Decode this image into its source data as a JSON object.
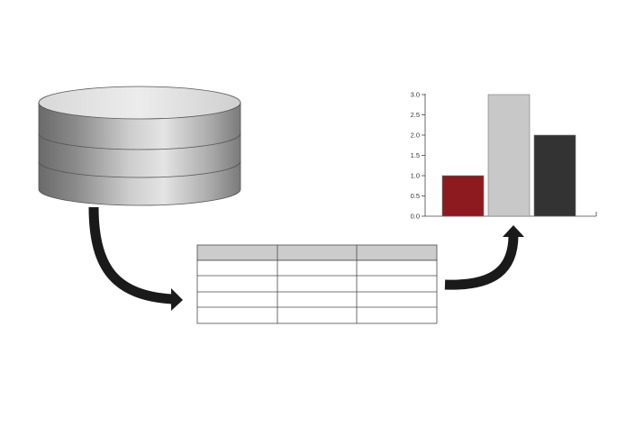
{
  "colors": {
    "background": "#ffffff",
    "database_light": "#e2e2e2",
    "database_dark": "#6a6a6a",
    "arrow": "#1a1a1a",
    "table_header": "#cccccc",
    "table_border": "#4a4a4a"
  },
  "icons": {
    "database": "database-icon",
    "arrow_to_table": "curved-arrow-down-right-icon",
    "arrow_to_chart": "curved-arrow-up-right-icon"
  },
  "table": {
    "header_cells": [
      "",
      "",
      ""
    ],
    "rows": [
      [
        "",
        "",
        ""
      ],
      [
        "",
        "",
        ""
      ],
      [
        "",
        "",
        ""
      ],
      [
        "",
        "",
        ""
      ]
    ]
  },
  "chart_data": {
    "type": "bar",
    "categories": [
      "",
      "",
      ""
    ],
    "values": [
      1.0,
      3.0,
      2.0
    ],
    "colors": [
      "#8c1a1f",
      "#c8c8c8",
      "#333333"
    ],
    "ylim": [
      0,
      3
    ],
    "yticks": [
      "0.0",
      "0.5",
      "1.0",
      "1.5",
      "2.0",
      "2.5",
      "3.0"
    ],
    "title": "",
    "xlabel": "",
    "ylabel": "",
    "grid": false,
    "legend": "none"
  }
}
